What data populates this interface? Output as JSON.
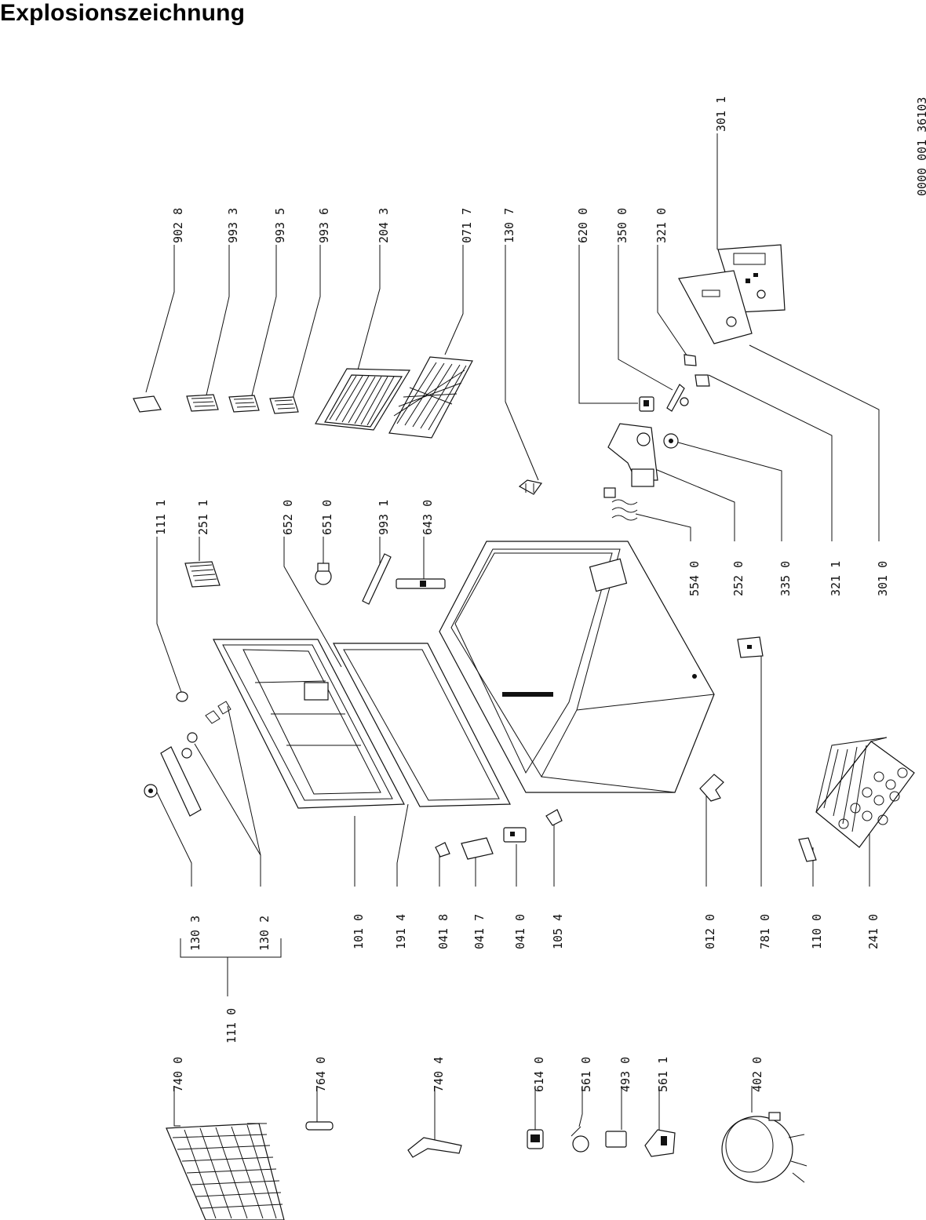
{
  "title": "Explosionszeichnung",
  "document_number": "0000 001 36103",
  "labels": {
    "l9028": "902 8",
    "l9933": "993 3",
    "l9935": "993 5",
    "l9936": "993 6",
    "l2043": "204 3",
    "l0717": "071 7",
    "l1307": "130 7",
    "l6200": "620 0",
    "l3500": "350 0",
    "l3210": "321 0",
    "l3011": "301 1",
    "l1111": "111 1",
    "l2511": "251 1",
    "l6520": "652 0",
    "l6510": "651 0",
    "l9931": "993 1",
    "l6430": "643 0",
    "l5540": "554 0",
    "l2520": "252 0",
    "l3350": "335 0",
    "l3211": "321 1",
    "l3010": "301 0",
    "l1303": "130 3",
    "l1302": "130 2",
    "l1110": "111 0",
    "l1010": "101 0",
    "l1914": "191 4",
    "l0418": "041 8",
    "l0417": "041 7",
    "l0410": "041 0",
    "l1054": "105 4",
    "l0120": "012 0",
    "l7810": "781 0",
    "l1100": "110 0",
    "l2410": "241 0",
    "l7400": "740 0",
    "l7640": "764 0",
    "l7404": "740 4",
    "l6140": "614 0",
    "l5610": "561 0",
    "l4930": "493 0",
    "l5611": "561 1",
    "l4020": "402 0"
  }
}
